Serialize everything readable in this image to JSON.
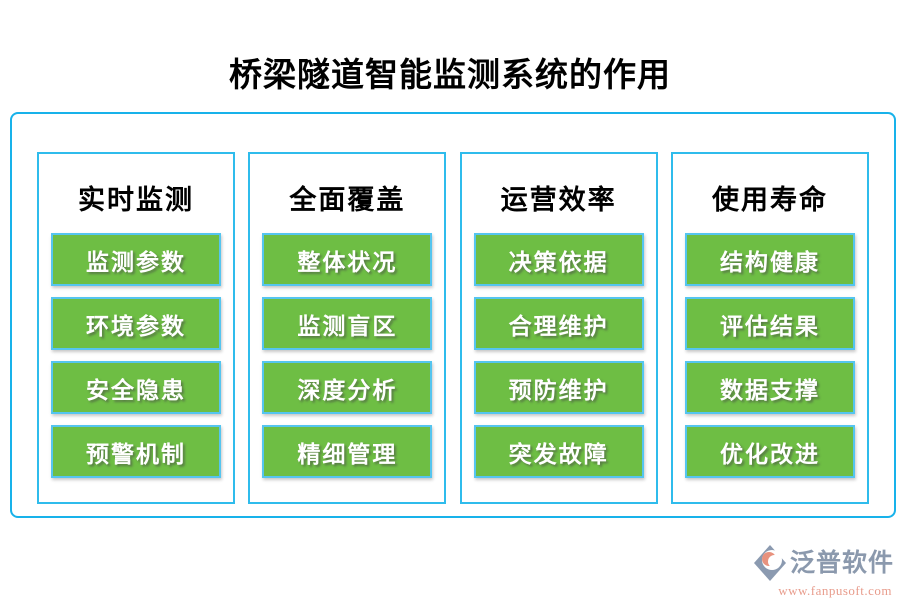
{
  "page": {
    "title": "桥梁隧道智能监测系统的作用"
  },
  "columns": [
    {
      "header": "实时监测",
      "items": [
        "监测参数",
        "环境参数",
        "安全隐患",
        "预警机制"
      ]
    },
    {
      "header": "全面覆盖",
      "items": [
        "整体状况",
        "监测盲区",
        "深度分析",
        "精细管理"
      ]
    },
    {
      "header": "运营效率",
      "items": [
        "决策依据",
        "合理维护",
        "预防维护",
        "突发故障"
      ]
    },
    {
      "header": "使用寿命",
      "items": [
        "结构健康",
        "评估结果",
        "数据支撑",
        "优化改进"
      ]
    }
  ],
  "watermark": {
    "logo_icon": "fanpu-diamond-logo",
    "brand": "泛普软件",
    "url": "www.fanpusoft.com"
  },
  "colors": {
    "frame_border": "#18b2ea",
    "column_border": "#2fbcec",
    "button_fill": "#6ebe44",
    "button_border": "#55c5ef",
    "button_text": "#ffffff",
    "title_text": "#000000",
    "brand_text": "#8b99ad",
    "url_text": "#e89c8c",
    "logo_accent": "#e8927e"
  }
}
